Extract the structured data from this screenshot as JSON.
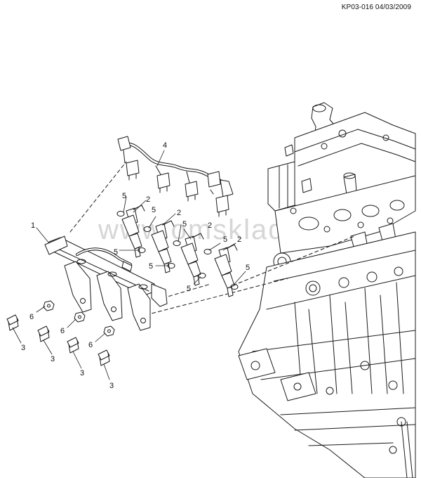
{
  "drawing_code": "KP03-016 04/03/2009",
  "watermark": "www.omsklad.ru",
  "colors": {
    "line": "#1a1a1a",
    "part_fill": "#ffffff",
    "watermark": "#d6d6d6"
  },
  "callouts": [
    {
      "id": "c1",
      "label": "1"
    },
    {
      "id": "c4",
      "label": "4"
    },
    {
      "id": "c2a",
      "label": "2"
    },
    {
      "id": "c2b",
      "label": "2"
    },
    {
      "id": "c2c",
      "label": "2"
    },
    {
      "id": "c2d",
      "label": "2"
    },
    {
      "id": "c5a",
      "label": "5"
    },
    {
      "id": "c5b",
      "label": "5"
    },
    {
      "id": "c5c",
      "label": "5"
    },
    {
      "id": "c5d",
      "label": "5"
    },
    {
      "id": "c5e",
      "label": "5"
    },
    {
      "id": "c5f",
      "label": "5"
    },
    {
      "id": "c5g",
      "label": "5"
    },
    {
      "id": "c5h",
      "label": "5"
    },
    {
      "id": "c6a",
      "label": "6"
    },
    {
      "id": "c6b",
      "label": "6"
    },
    {
      "id": "c6c",
      "label": "6"
    },
    {
      "id": "c3a",
      "label": "3"
    },
    {
      "id": "c3b",
      "label": "3"
    },
    {
      "id": "c3c",
      "label": "3"
    },
    {
      "id": "c3d",
      "label": "3"
    }
  ]
}
